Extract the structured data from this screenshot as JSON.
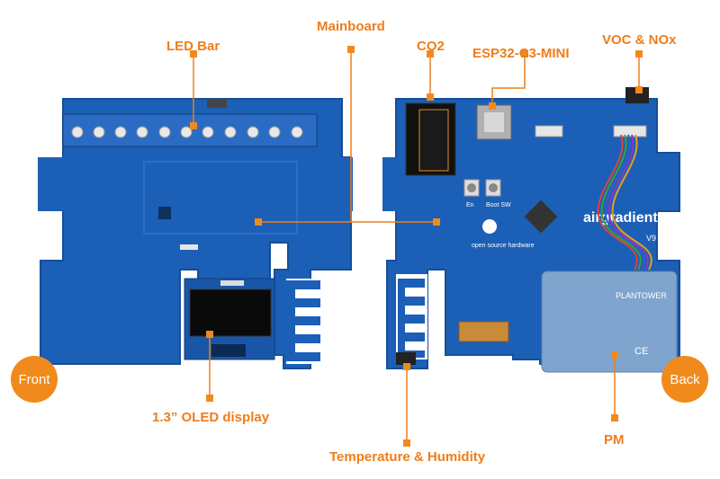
{
  "labels": {
    "led_bar": "LED Bar",
    "mainboard": "Mainboard",
    "co2": "CO2",
    "esp32": "ESP32-C3-MINI",
    "voc_nox": "VOC & NOx",
    "oled": "1.3” OLED display",
    "temp_humidity": "Temperature & Humidity",
    "pm": "PM"
  },
  "badges": {
    "front": "Front",
    "back": "Back"
  },
  "board_text": {
    "brand": "airgradient",
    "version": "V9",
    "open_source": "open source hardware",
    "sensor": "PLANTOWER",
    "ce": "CE",
    "en": "En",
    "boot": "Boot SW"
  },
  "colors": {
    "accent": "#ef7d1a",
    "pcb_blue": "#1c5fb6",
    "pcb_dark": "#164e9a",
    "sensor_metal": "#7fa5cf"
  }
}
